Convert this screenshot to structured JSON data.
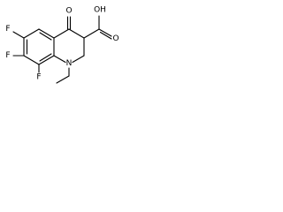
{
  "molecule": {
    "labels": {
      "oxygen_ketone": "O",
      "acid_group": "OH",
      "acid_carbonyl_oxygen": "O",
      "fluorine_top": "F",
      "fluorine_middle": "F",
      "fluorine_bottom": "F",
      "nitrogen": "N"
    },
    "colors": {
      "bond": "#000000",
      "text": "#000000",
      "background": "#ffffff"
    }
  }
}
